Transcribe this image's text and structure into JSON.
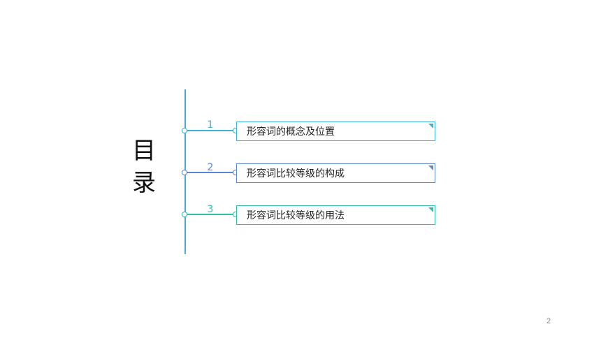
{
  "toc": {
    "title_line1": "目",
    "title_line2": "录",
    "items": [
      {
        "number": "1",
        "label": "形容词的概念及位置",
        "color": "#3bb3d6"
      },
      {
        "number": "2",
        "label": "形容词比较等级的构成",
        "color": "#5b86d6"
      },
      {
        "number": "3",
        "label": "形容词比较等级的用法",
        "color": "#2fc0aa"
      }
    ]
  },
  "footer": {
    "page_number": "2"
  }
}
